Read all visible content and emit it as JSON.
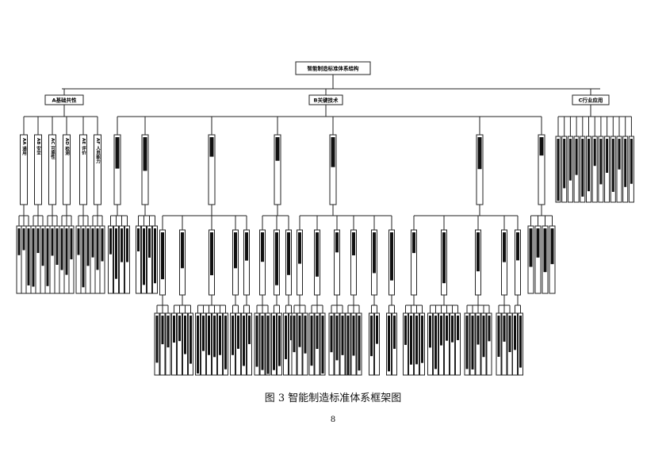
{
  "diagram": {
    "root": "智能制造标准体系结构",
    "groups": [
      {
        "label": "A基础共性",
        "children": [
          "AA 通用",
          "AB 安全",
          "AC 可靠性",
          "AD 检测",
          "AE 评价",
          "AF 人员能力"
        ]
      },
      {
        "label": "B关键技术",
        "children": [
          "BA",
          "BB",
          "BC",
          "BD",
          "BE",
          "BF",
          "BG"
        ]
      },
      {
        "label": "C行业应用",
        "children": [
          "CA",
          "CB",
          "CC",
          "CD",
          "CE",
          "CF",
          "CG",
          "CH",
          "CI",
          "CJ",
          "CK",
          "CL",
          "CM"
        ]
      }
    ]
  },
  "caption": "图 3  智能制造标准体系框架图",
  "page_number": "8"
}
